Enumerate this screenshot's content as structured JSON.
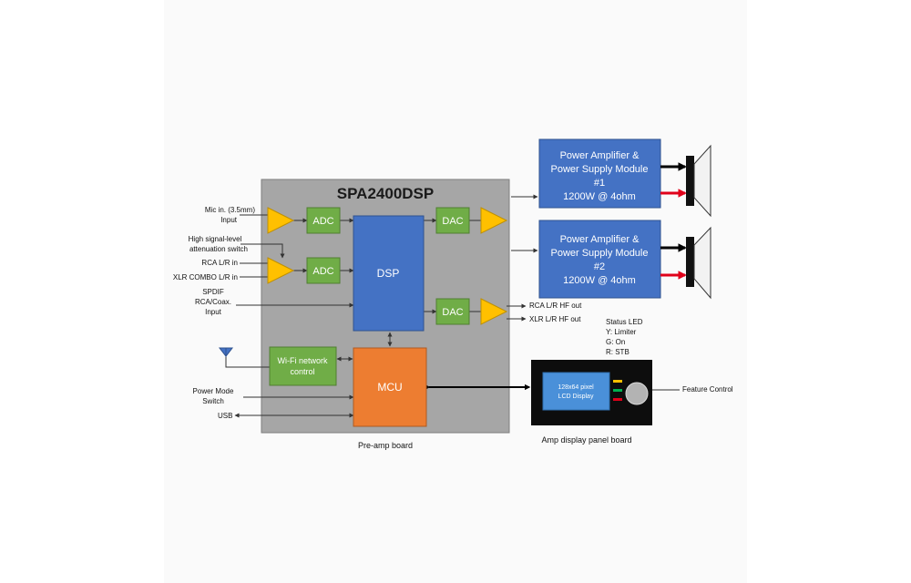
{
  "title": "SPA2400DSP",
  "blocks": {
    "adc": "ADC",
    "dac": "DAC",
    "dsp": "DSP",
    "mcu": "MCU",
    "wifi": [
      "Wi-Fi network",
      "control"
    ],
    "lcd": [
      "128x64 pixel",
      "LCD Display"
    ]
  },
  "power_modules": [
    {
      "lines": [
        "Power Amplifier &",
        "Power Supply Module",
        "#1",
        "1200W @ 4ohm"
      ]
    },
    {
      "lines": [
        "Power Amplifier &",
        "Power Supply Module",
        "#2",
        "1200W @ 4ohm"
      ]
    }
  ],
  "inputs": {
    "mic": [
      "Mic in. (3.5mm)",
      "Input"
    ],
    "attenuation": [
      "High  signal-level",
      "attenuation switch"
    ],
    "rca_in": "RCA L/R in",
    "xlr_in": "XLR COMBO L/R in",
    "spdif": [
      "SPDIF",
      "RCA/Coax.",
      "Input"
    ],
    "power_mode": [
      "Power Mode",
      "Switch"
    ],
    "usb": "USB"
  },
  "outputs": {
    "rca_hf": "RCA L/R HF out",
    "xlr_hf": "XLR L/R HF out"
  },
  "status_led": [
    "Status LED",
    "Y: Limiter",
    "G: On",
    "R: STB"
  ],
  "feature_control": "Feature Control",
  "captions": {
    "preamp": "Pre-amp board",
    "display": "Amp display panel board"
  },
  "colors": {
    "board_gray": "#a6a6a6",
    "amp_triangle": "#ffc000",
    "converter_green": "#70ad47",
    "dsp_blue": "#4472c4",
    "mcu_orange": "#ed7d31",
    "speaker_red": "#e0001a",
    "led_yellow": "#ffc000",
    "led_green": "#00b050",
    "led_red": "#e0001a"
  }
}
